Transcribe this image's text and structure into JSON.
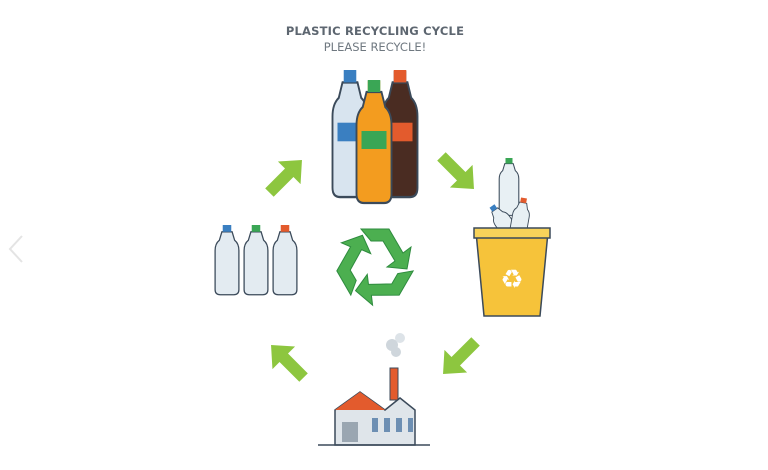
{
  "diagram": {
    "title": "PLASTIC RECYCLING CYCLE",
    "subtitle": "PLEASE RECYCLE!",
    "stages": [
      "new-bottles",
      "recycle-bin",
      "factory",
      "recycled-bottles"
    ],
    "colors": {
      "arrow": "#8dc63f",
      "recycle_symbol": "#4caf50",
      "bin": "#f6c33a"
    }
  },
  "carousel": {
    "prev_icon": "chevron-left-icon"
  }
}
